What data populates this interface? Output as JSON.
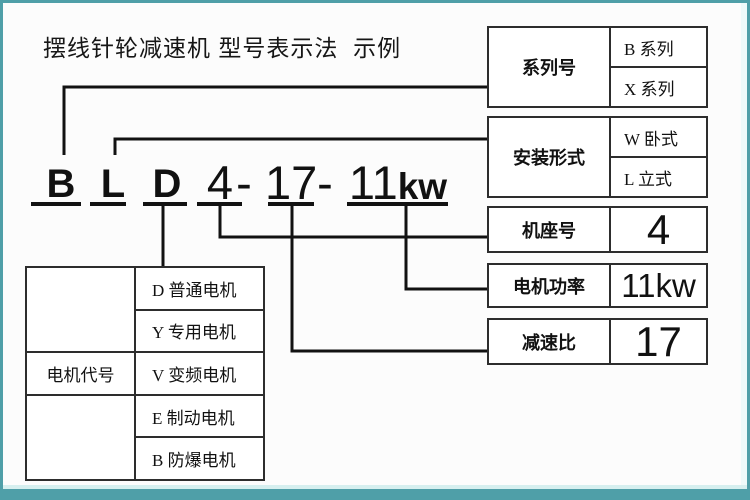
{
  "title": "摆线针轮减速机 型号表示法  示例",
  "colors": {
    "frame_border": "#4f9fa8",
    "line_color": "#121212",
    "box_border": "#2d2d2d",
    "background": "#fcfcfc"
  },
  "model": {
    "series_letter": "B",
    "mount_letter": "L",
    "motor_letter": "D",
    "frame_number": "4",
    "dash1": "-",
    "ratio_number": "17",
    "dash2": "-",
    "power_number": "11",
    "power_unit": "kw"
  },
  "info_boxes": {
    "series": {
      "label": "系列号",
      "options": [
        "B 系列",
        "X 系列"
      ]
    },
    "mount": {
      "label": "安装形式",
      "options": [
        "W 卧式",
        "L 立式"
      ]
    },
    "frame": {
      "label": "机座号",
      "value": "4"
    },
    "power": {
      "label": "电机功率",
      "value": "11kw"
    },
    "ratio": {
      "label": "减速比",
      "value": "17"
    }
  },
  "motor_table": {
    "label": "电机代号",
    "rows": [
      "D 普通电机",
      "Y 专用电机",
      "V 变频电机",
      "E 制动电机",
      "B 防爆电机"
    ]
  }
}
